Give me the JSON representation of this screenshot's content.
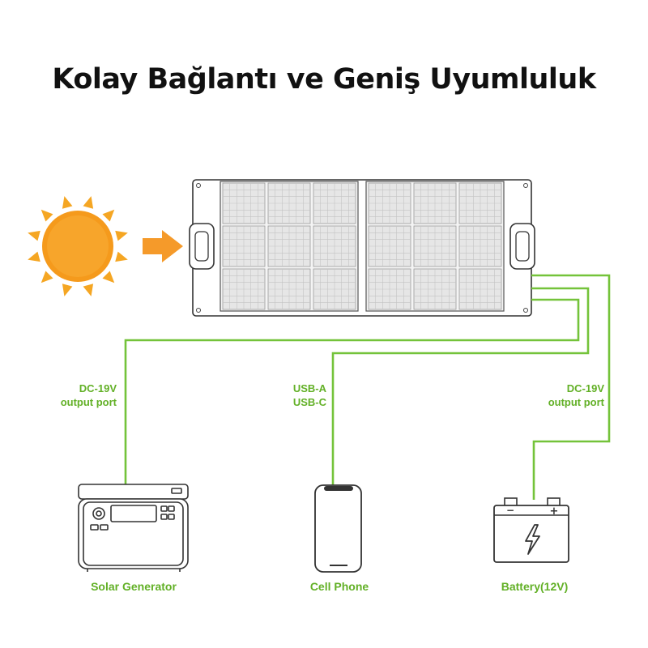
{
  "title": "Kolay Bağlantı ve Geniş Uyumluluk",
  "colors": {
    "cable": "#74c33a",
    "label": "#62b026",
    "sun": "#f5a623",
    "sun_inner": "#f7b23a",
    "arrow": "#f59a2a",
    "panel_outline": "#333333",
    "cell_fill": "#e6e6e6"
  },
  "icons": {
    "sun": "sun-icon",
    "arrow": "arrow-right-icon",
    "panel": "solar-panel-icon",
    "generator": "power-station-icon",
    "phone": "smartphone-icon",
    "battery": "car-battery-icon",
    "bolt": "lightning-bolt-icon"
  },
  "ports": {
    "left": {
      "line1": "DC-19V",
      "line2": "output port"
    },
    "middle": {
      "line1": "USB-A",
      "line2": "USB-C"
    },
    "right": {
      "line1": "DC-19V",
      "line2": "output port"
    }
  },
  "devices": {
    "generator": "Solar Generator",
    "phone": "Cell Phone",
    "battery": "Battery(12V)"
  },
  "battery_terminals": {
    "negative": "−",
    "positive": "+"
  }
}
